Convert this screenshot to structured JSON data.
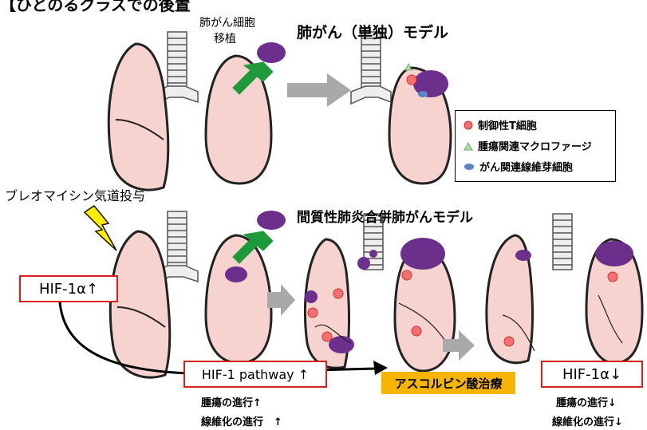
{
  "header_fragment": "【ひとのるクラスでの後置",
  "transplant_label_line1": "肺がん細胞",
  "transplant_label_line2": "移植",
  "model1_title": "肺がん（単独）モデル",
  "bleomycin_label": "ブレオマイシン気道投与",
  "model2_title": "間質性肺炎合併肺がんモデル",
  "hif_up_box": "HIF-1α↑",
  "pathway_box": "HIF-1 pathway ↑",
  "tumor_up": "腫瘍の進行↑",
  "fibrosis_up": "線維化の進行　↑",
  "ascorbic_label": "アスコルビン酸治療",
  "hif_down_box": "HIF-1α↓",
  "tumor_down": "腫瘍の進行↓",
  "fibrosis_down": "線維化の進行↓",
  "legend": {
    "treg": "制御性T細胞",
    "tam": "腫瘍関連マクロファージ",
    "caf": "がん関連線維芽細胞"
  },
  "colors": {
    "lung_fill": "#f6d3cf",
    "tumor": "#6d2f8c",
    "red_box": "#d42020",
    "orange": "#f7b500",
    "arrow_gray": "#a9a9a9",
    "green_arrow": "#1f9a3a",
    "bolt": "#ffee00",
    "treg": "#f47070",
    "tam": "#b6e28a",
    "caf": "#5a86c6"
  }
}
